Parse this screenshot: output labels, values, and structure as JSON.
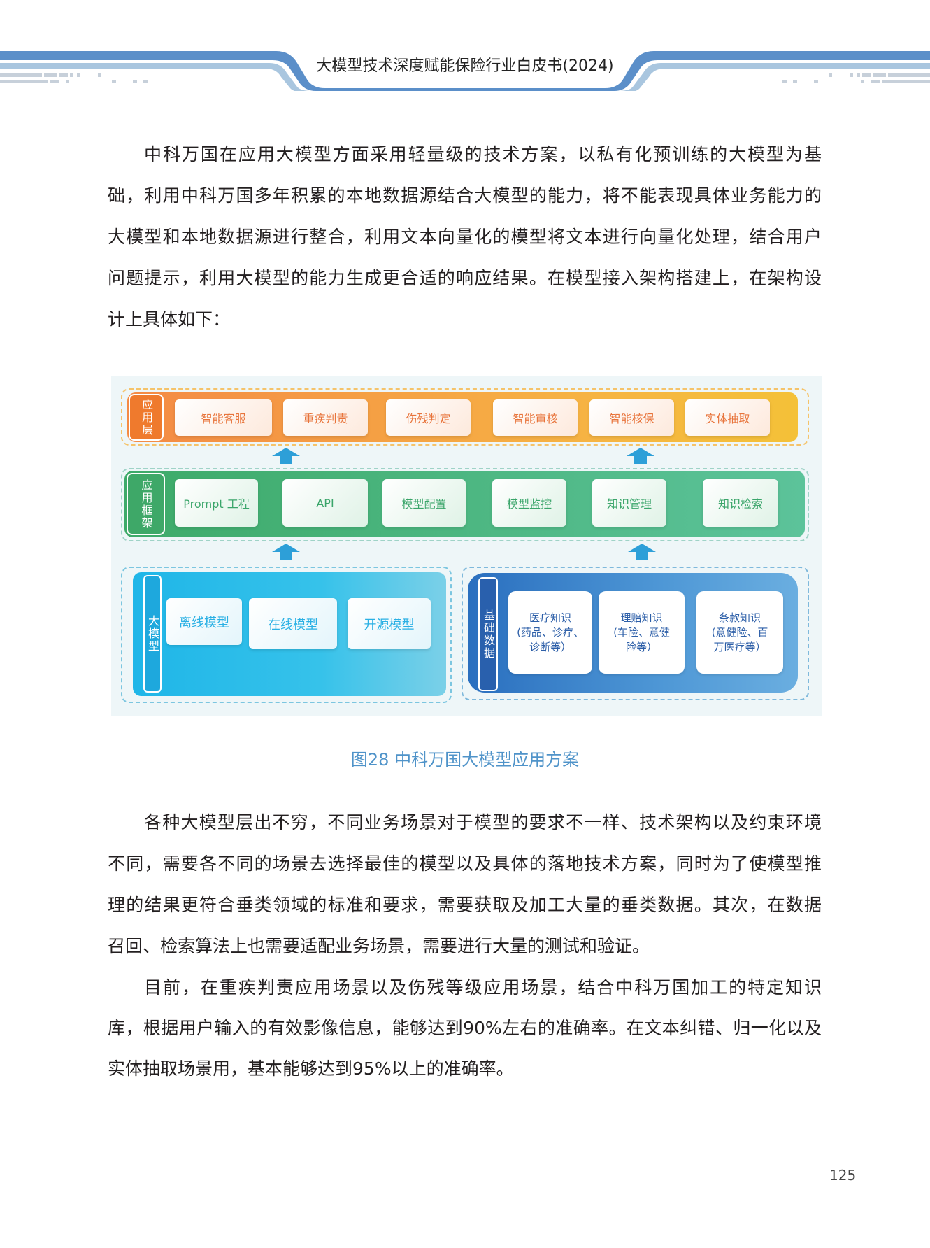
{
  "header": {
    "title": "大模型技术深度赋能保险行业白皮书(2024)"
  },
  "paragraph1": [
    "中科万国在应用大模型方面采用轻量级的技术方案，以私有化预训练的大模型为基",
    "础，利用中科万国多年积累的本地数据源结合大模型的能力，将不能表现具体业务能力的",
    "大模型和本地数据源进行整合，利用文本向量化的模型将文本进行向量化处理，结合用户",
    "问题提示，利用大模型的能力生成更合适的响应结果。在模型接入架构搭建上，在架构设",
    "计上具体如下："
  ],
  "figure": {
    "app_layer": {
      "label": "应用层",
      "items": [
        "智能客服",
        "重疾判责",
        "伤残判定",
        "智能审核",
        "智能核保",
        "实体抽取"
      ]
    },
    "framework_layer": {
      "label": "应用框架",
      "items": [
        "Prompt 工程",
        "API",
        "模型配置",
        "模型监控",
        "知识管理",
        "知识检索"
      ]
    },
    "model_layer": {
      "label": "大模型",
      "items": [
        "离线模型",
        "在线模型",
        "开源模型"
      ]
    },
    "data_layer": {
      "label": "基础数据",
      "items": [
        "医疗知识\n(药品、诊疗、\n诊断等）",
        "理赔知识\n(车险、意健\n险等）",
        "条款知识\n(意健险、百\n万医疗等）"
      ]
    }
  },
  "caption": "图28  中科万国大模型应用方案",
  "paragraph2": [
    "各种大模型层出不穷，不同业务场景对于模型的要求不一样、技术架构以及约束环境",
    "不同，需要各不同的场景去选择最佳的模型以及具体的落地技术方案，同时为了使模型推",
    "理的结果更符合垂类领域的标准和要求，需要获取及加工大量的垂类数据。其次，在数据",
    "召回、检索算法上也需要适配业务场景，需要进行大量的测试和验证。"
  ],
  "paragraph3": [
    "目前，在重疾判责应用场景以及伤残等级应用场景，结合中科万国加工的特定知识",
    "库，根据用户输入的有效影像信息，能够达到90%左右的准确率。在文本纠错、归一化以及",
    "实体抽取场景用，基本能够达到95%以上的准确率。"
  ],
  "page_number": "125"
}
